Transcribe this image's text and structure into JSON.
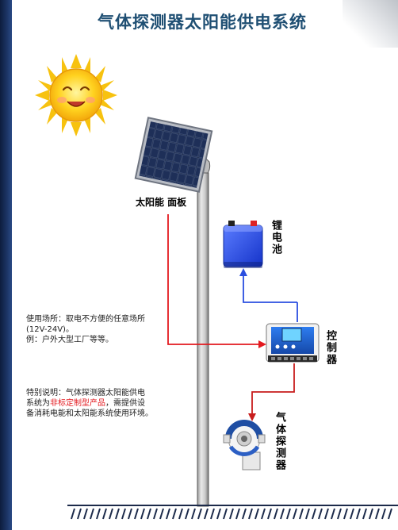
{
  "title": "气体探测器太阳能供电系统",
  "labels": {
    "solar_panel": "太阳能 面板",
    "battery": "锂电池",
    "controller": "控制器",
    "detector": "气体探测器"
  },
  "usage_note": {
    "line1": "使用场所：取电不方便的任意场所",
    "line2": "(12V-24V)。",
    "line3": "例：户外大型工厂等等。"
  },
  "special_note": {
    "line1": "特别说明：气体探测器太阳能供电",
    "line2_prefix": "系统为",
    "line2_red": "非标定制型产品",
    "line2_suffix": "，需提供设",
    "line3": "备消耗电能和太阳能系统使用环境。"
  },
  "colors": {
    "title": "#1f4f73",
    "power_line": "#e3191f",
    "battery_line": "#2a4fe0",
    "ground": "#1c2a4a"
  }
}
